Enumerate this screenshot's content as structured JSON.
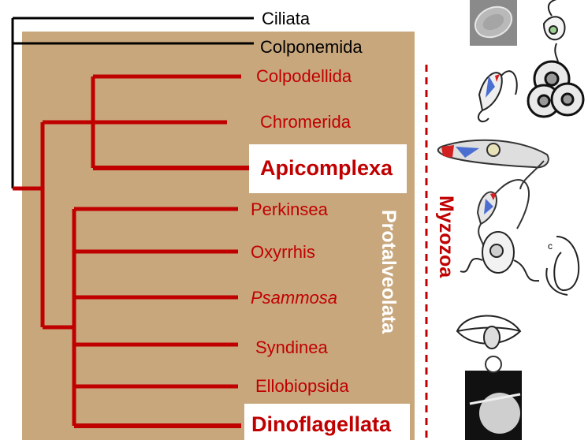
{
  "diagram": {
    "outgroups": [
      "Ciliata",
      "Colponemida"
    ],
    "apicomplexan_side": [
      "Colpodellida",
      "Chromerida",
      "Apicomplexa"
    ],
    "dinoflagellate_side": [
      "Perkinsea",
      "Oxyrrhis",
      "Psammosa",
      "Syndinea",
      "Ellobiopsida",
      "Dinoflagellata"
    ],
    "group_labels": {
      "protalveolata": "Protalveolata",
      "myzozoa": "Myzozoa"
    },
    "image_label_c": "c",
    "colors": {
      "background_panel": "#c8a77d",
      "tree_red": "#c00000",
      "tree_black": "#000000",
      "highlight_box": "#ffffff"
    }
  }
}
